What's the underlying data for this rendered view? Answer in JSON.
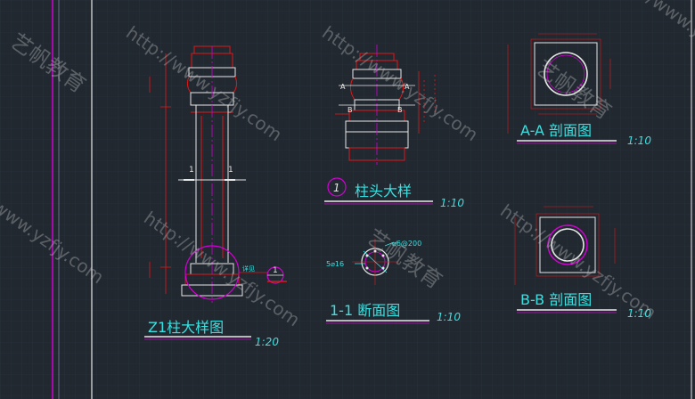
{
  "colors": {
    "background": "#212830",
    "grid": "#2b333d",
    "magenta": "#d400d4",
    "red": "#e01818",
    "white": "#e8e8e8",
    "cyan": "#3ae0e0",
    "yellow": "#e8e820",
    "watermark": "#c8c8c8"
  },
  "column_detail": {
    "title": "Z1柱大样图",
    "scale": "1:20",
    "section_mark": "1",
    "detail_note": "详见",
    "detail_ref": "1"
  },
  "capital_detail": {
    "ref_number": "1",
    "title": "柱头大样",
    "scale": "1:10",
    "cut_marks": [
      "A",
      "A",
      "B",
      "B"
    ]
  },
  "section_1_1": {
    "title": "1-1  断面图",
    "scale": "1:10",
    "rebar_main": "5⌀16",
    "rebar_stirrup": "⌀6@200"
  },
  "section_a_a": {
    "title": "A-A  剖面图",
    "scale": "1:10"
  },
  "section_b_b": {
    "title": "B-B  剖面图",
    "scale": "1:10"
  },
  "watermarks": {
    "site": "http://www.yzfjy.com",
    "brand": "艺帆教育"
  }
}
